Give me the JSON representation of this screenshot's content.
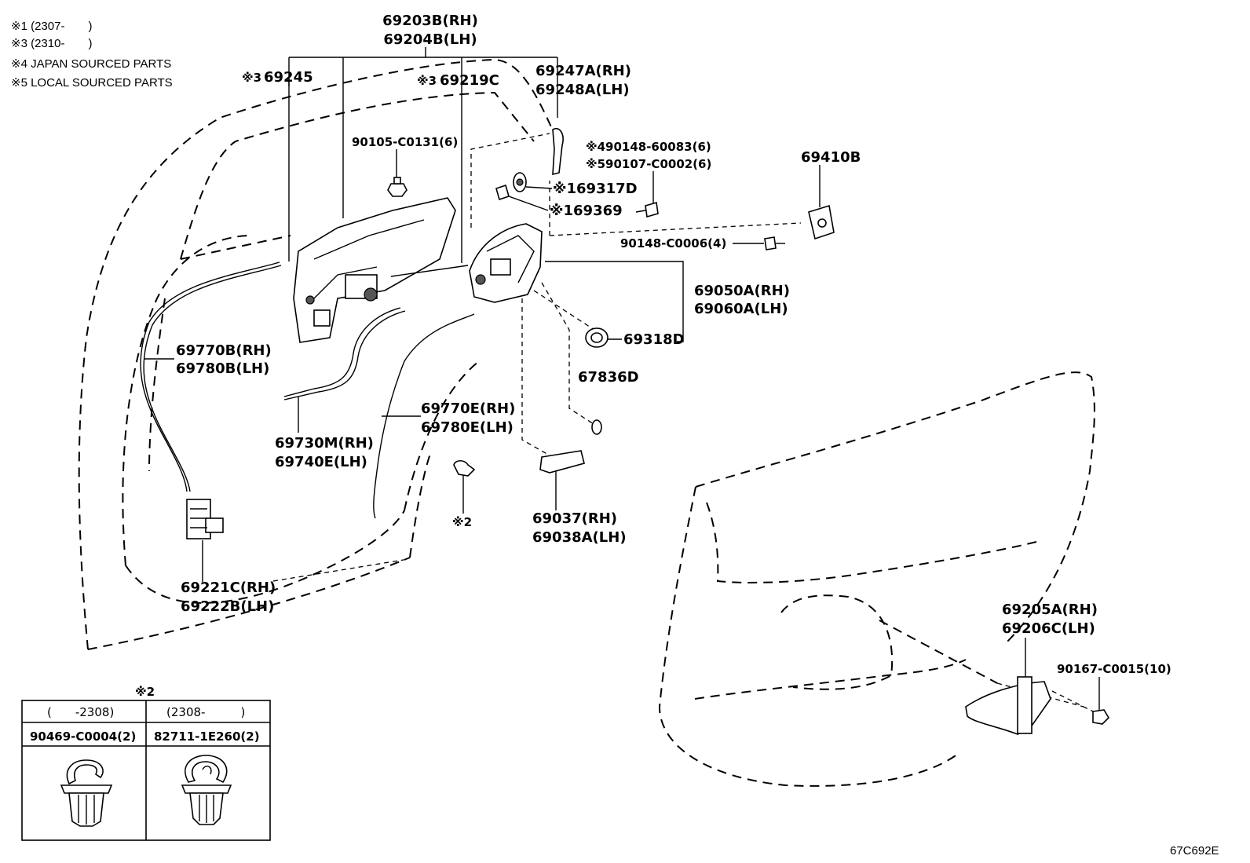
{
  "notes": [
    "※1 (2307-  )",
    "※3 (2310-  )",
    "※4 JAPAN SOURCED PARTS",
    "※5 LOCAL SOURCED PARTS"
  ],
  "labels": {
    "p69203B": "69203B(RH)",
    "p69204B": "69204B(LH)",
    "p69245_mark": "※3",
    "p69245": "69245",
    "p69219C_mark": "※3",
    "p69219C": "69219C",
    "p69247A": "69247A(RH)",
    "p69248A": "69248A(LH)",
    "p90105": "90105-C0131(6)",
    "p90148_60083": "※490148-60083(6)",
    "p90107": "※590107-C0002(6)",
    "p69410B": "69410B",
    "p69317D": "※169317D",
    "p69369": "※169369",
    "p90148_C0006": "90148-C0006(4)",
    "p69050A": "69050A(RH)",
    "p69060A": "69060A(LH)",
    "p69318D": "69318D",
    "p69770B": "69770B(RH)",
    "p69780B": "69780B(LH)",
    "p67836D": "67836D",
    "p69770E": "69770E(RH)",
    "p69780E": "69780E(LH)",
    "p69730M": "69730M(RH)",
    "p69740E": "69740E(LH)",
    "p_mark2": "※2",
    "p69037": "69037(RH)",
    "p69038A": "69038A(LH)",
    "p69221C": "69221C(RH)",
    "p69222B": "69222B(LH)",
    "p69205A": "69205A(RH)",
    "p69206C": "69206C(LH)",
    "p90167": "90167-C0015(10)"
  },
  "inset": {
    "title": "※2",
    "columns": [
      {
        "range": "(  -2308)",
        "part": "90469-C0004(2)"
      },
      {
        "range": "(2308-   )",
        "part": "82711-1E260(2)"
      }
    ]
  },
  "diagram_code": "67C692E"
}
